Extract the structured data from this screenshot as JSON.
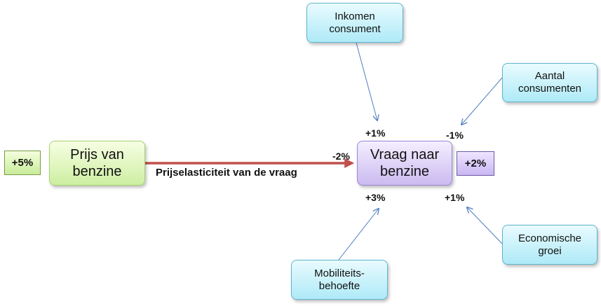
{
  "nodes": {
    "inkomen": "Inkomen\nconsument",
    "aantal": "Aantal\nconsumenten",
    "prijs": "Prijs van\nbenzine",
    "vraag": "Vraag naar\nbenzine",
    "mobiliteit": "Mobiliteits-\nbehoefte",
    "economische": "Economische\ngroei"
  },
  "badges": {
    "prijs_change": "+5%",
    "vraag_change": "+2%"
  },
  "labels": {
    "inkomen_effect": "+1%",
    "aantal_effect": "-1%",
    "prijs_effect": "-2%",
    "mobiliteit_effect": "+3%",
    "economische_effect": "+1%"
  },
  "edge_label": "Prijselasticiteit van de vraag",
  "colors": {
    "main_arrow": "#c0504d",
    "thin_arrow": "#4f7ec0"
  }
}
